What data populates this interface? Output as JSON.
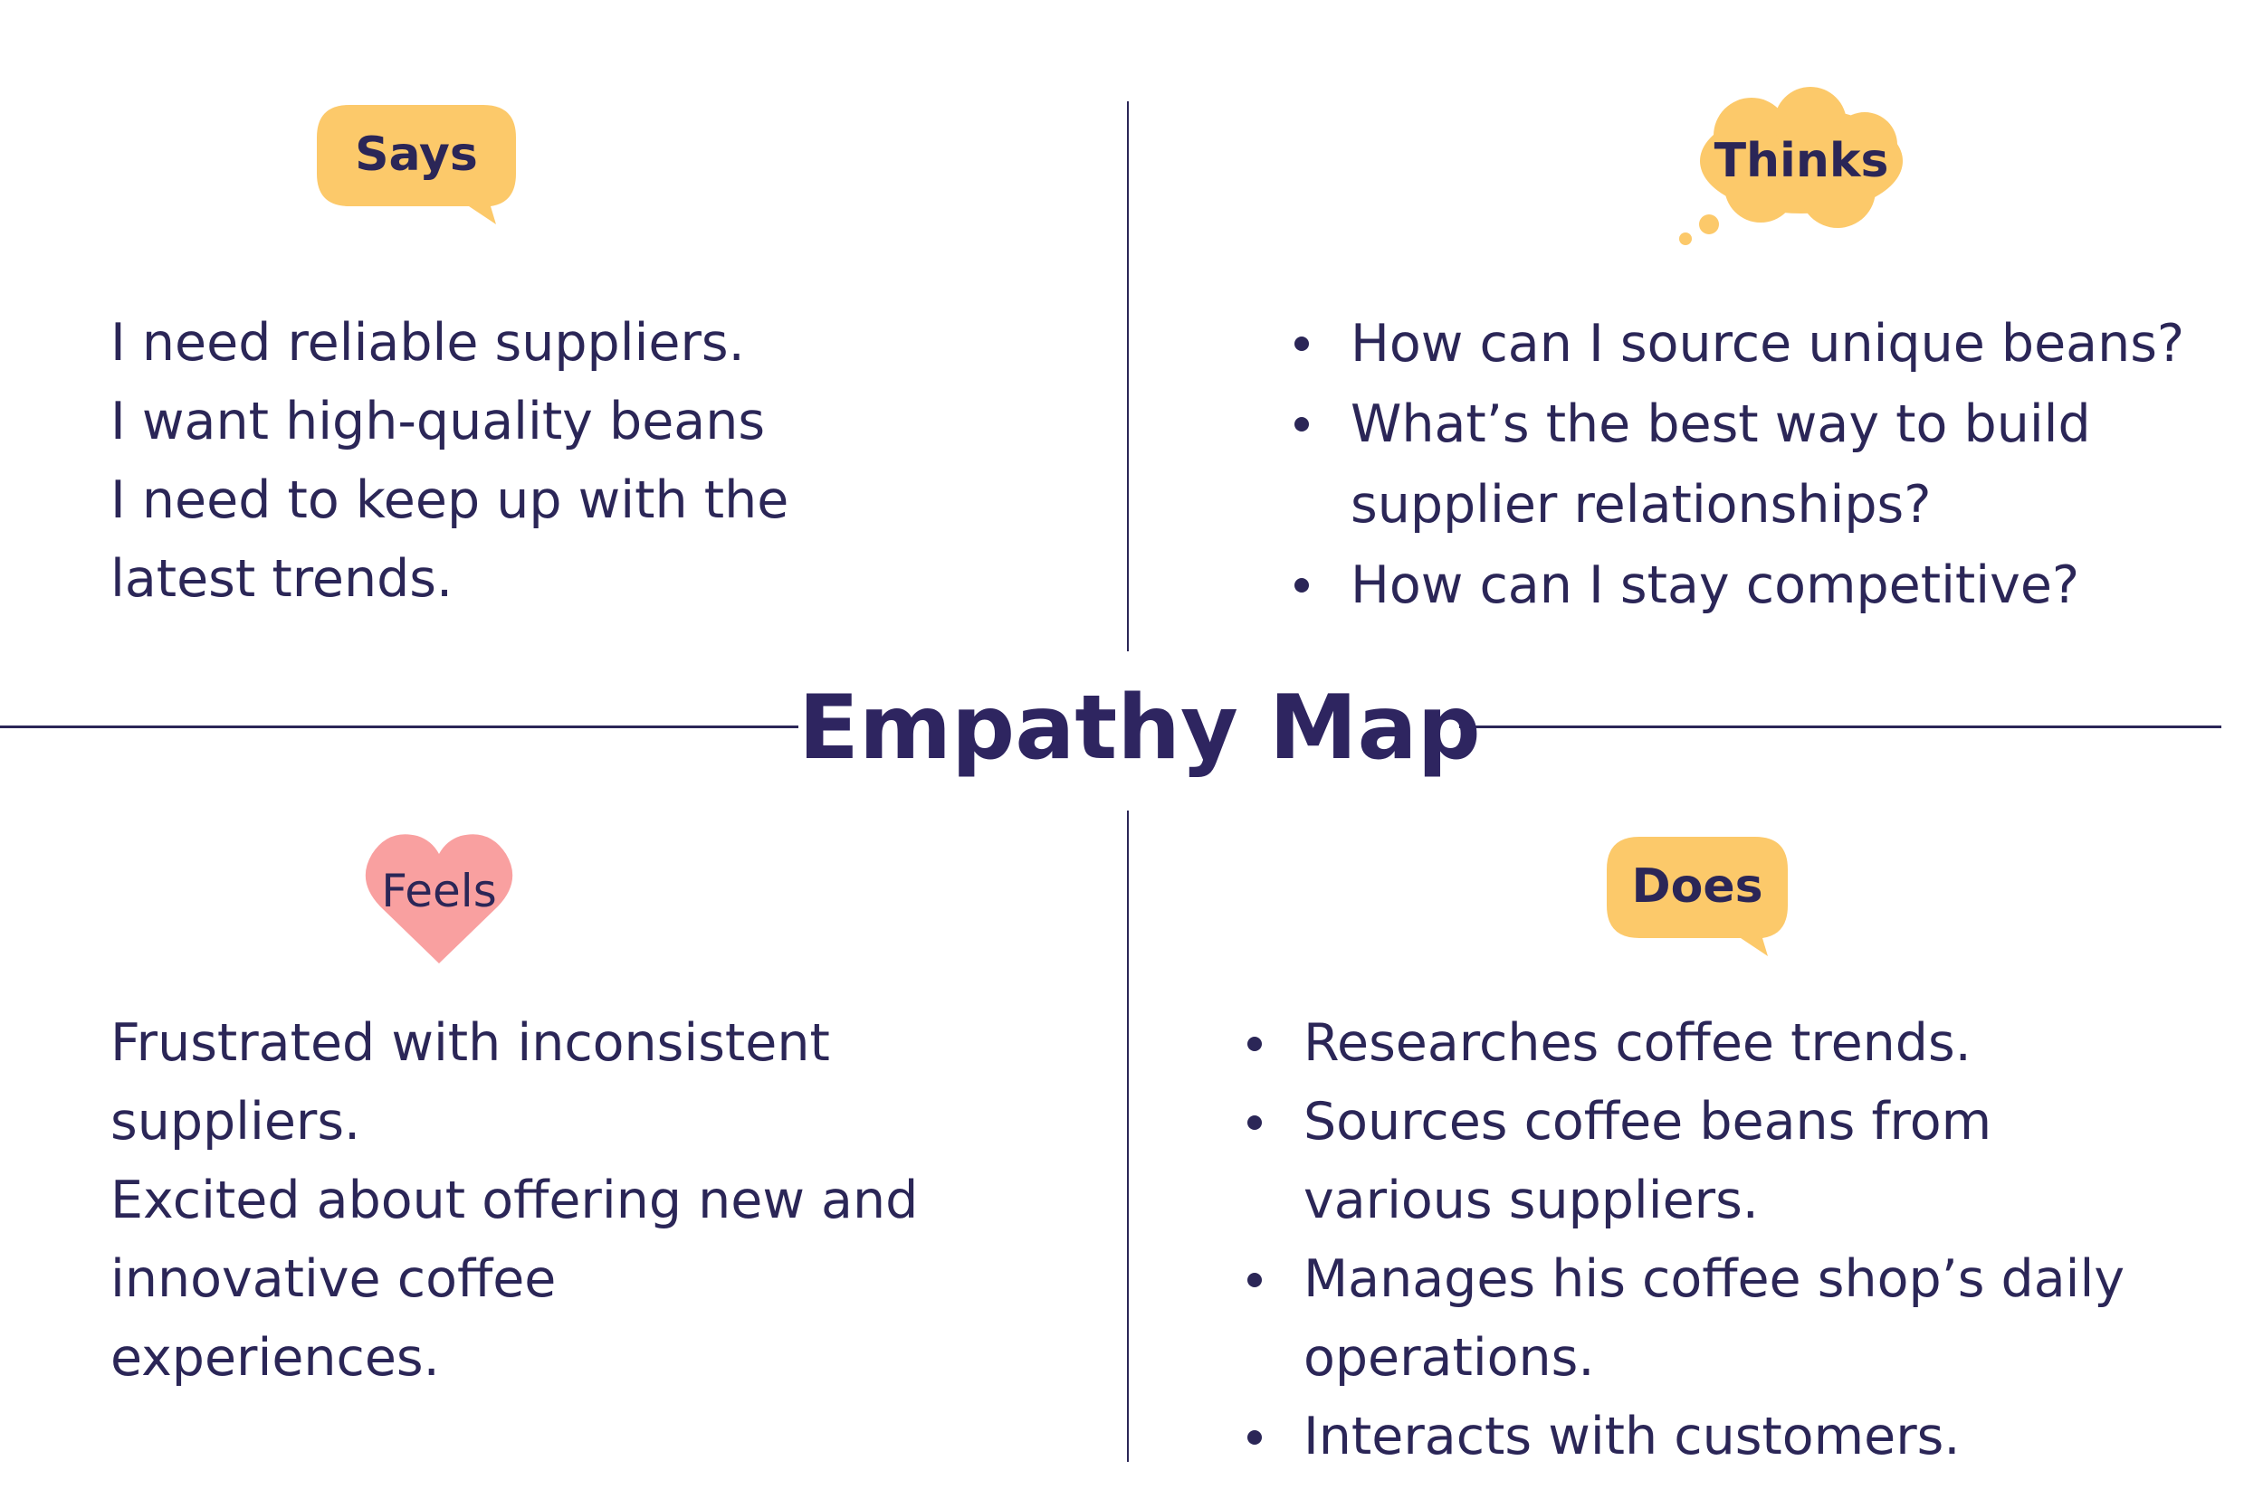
{
  "title": "Empathy Map",
  "colors": {
    "ink": "#2b2657",
    "bubble": "#fcc96a",
    "heart": "#f9a0a0"
  },
  "says": {
    "label": "Says",
    "icon": "speech-bubble-icon",
    "lines": [
      "I need reliable suppliers.",
      "I want high-quality beans",
      "I need to keep up with the",
      "latest trends."
    ]
  },
  "thinks": {
    "label": "Thinks",
    "icon": "thought-bubble-icon",
    "items": [
      {
        "lines": [
          "How can I source unique beans?"
        ]
      },
      {
        "lines": [
          "What’s the best way to build",
          "supplier relationships?"
        ]
      },
      {
        "lines": [
          "How can I stay competitive?"
        ]
      }
    ]
  },
  "feels": {
    "label": "Feels",
    "icon": "heart-icon",
    "lines": [
      "Frustrated with inconsistent",
      "suppliers.",
      "Excited about offering new and",
      "innovative coffee",
      "experiences."
    ]
  },
  "does": {
    "label": "Does",
    "icon": "speech-bubble-icon",
    "items": [
      {
        "lines": [
          "Researches coffee trends."
        ]
      },
      {
        "lines": [
          "Sources coffee beans from",
          "various suppliers."
        ]
      },
      {
        "lines": [
          "Manages his coffee shop’s daily",
          "operations."
        ]
      },
      {
        "lines": [
          "Interacts with customers."
        ]
      }
    ]
  }
}
